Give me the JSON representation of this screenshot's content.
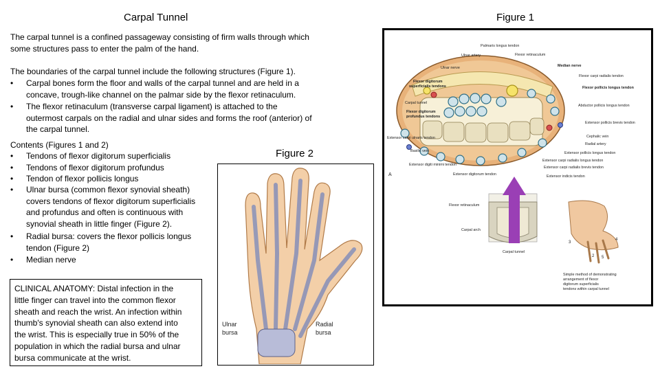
{
  "header": {
    "title": "Carpal Tunnel"
  },
  "intro": {
    "lines": [
      "The carpal tunnel is a confined passageway consisting of firm walls through which",
      "some structures pass to enter the palm of the hand."
    ]
  },
  "boundaries": {
    "heading": "The boundaries of the carpal tunnel include the following structures (Figure 1).",
    "bullets": [
      {
        "bullet": "•",
        "lines": [
          "Carpal bones form the floor and walls of the carpal tunnel and are held in a",
          "concave, trough-like channel on the palmar side by the flexor retinaculum."
        ]
      },
      {
        "bullet": "•",
        "lines": [
          "The flexor retinaculum (transverse carpal ligament) is attached to the",
          "outermost carpals on the radial and ulnar sides and forms the roof (anterior) of",
          "the carpal tunnel."
        ]
      }
    ]
  },
  "contents": {
    "heading": "Contents (Figures 1 and 2)",
    "bullets": [
      {
        "bullet": "•",
        "lines": [
          "Tendons of flexor digitorum superficialis"
        ]
      },
      {
        "bullet": "•",
        "lines": [
          "Tendons of flexor digitorum profundus"
        ]
      },
      {
        "bullet": "•",
        "lines": [
          "Tendon of flexor pollicis longus"
        ]
      },
      {
        "bullet": "•",
        "lines": [
          "Ulnar bursa (common flexor synovial sheath)",
          "covers tendons of flexor digitorum superficialis",
          "and profundus and often is continuous with",
          "synovial sheath in little finger (Figure 2)."
        ]
      },
      {
        "bullet": "•",
        "lines": [
          "Radial bursa: covers the flexor pollicis longus",
          "tendon (Figure 2)"
        ]
      },
      {
        "bullet": "•",
        "lines": [
          "Median nerve"
        ]
      }
    ]
  },
  "clinical": {
    "lines": [
      "CLINICAL ANATOMY: Distal infection in the",
      "little finger can travel into the common flexor",
      "sheath and reach the wrist. An infection within",
      "thumb's synovial sheath can also extend into",
      "the wrist. This is especially true in 50% of the",
      "population in which the radial bursa and ulnar",
      "bursa communicate at the wrist."
    ]
  },
  "figure1": {
    "caption": "Figure 1",
    "labels": {
      "palmaris": "Palmaris longus tendon",
      "ulnar_artery": "Ulnar artery",
      "flexor_retinaculum": "Flexor retinaculum",
      "ulnar_nerve": "Ulnar nerve",
      "median_nerve": "Median nerve",
      "fcr": "Flexor carpi radialis tendon",
      "fds_1": "Flexor digitorum",
      "fds_2": "superficialis tendons",
      "fpl": "Flexor pollicis longus tendon",
      "carpal_tunnel": "Carpal tunnel",
      "apl": "Abductor pollicis longus tendon",
      "fdp_1": "Flexor digitorum",
      "fdp_2": "profundus tendons",
      "epb": "Extensor pollicis brevis tendon",
      "cephalic": "Cephalic vein",
      "ecu": "Extensor carpi ulnaris tendon",
      "radial_artery": "Radial artery",
      "basilic": "Basilic vein",
      "epl": "Extensor pollicis longus tendon",
      "edm": "Extensor digiti minimi tendon",
      "ecrl": "Extensor carpi radialis longus tendon",
      "ecrb": "Extensor carpi radialis brevis tendon",
      "panel_a": "A",
      "ed": "Extensor digitorum tendon",
      "ei": "Extensor indicis tendon",
      "fr2": "Flexor retinaculum",
      "carpal_arch": "Carpal arch",
      "carpal_tunnel2": "Carpal tunnel",
      "num_3": "3",
      "num_4": "4",
      "num_2": "2",
      "num_5": "5",
      "method_1": "Simple method of demonstrating",
      "method_2": "arrangement of flexor",
      "method_3": "digitorum superficialis",
      "method_4": "tendons within carpal tunnel"
    }
  },
  "figure2": {
    "caption": "Figure 2",
    "labels": {
      "ulnar_1": "Ulnar",
      "ulnar_2": "bursa",
      "radial_1": "Radial",
      "radial_2": "bursa"
    }
  }
}
